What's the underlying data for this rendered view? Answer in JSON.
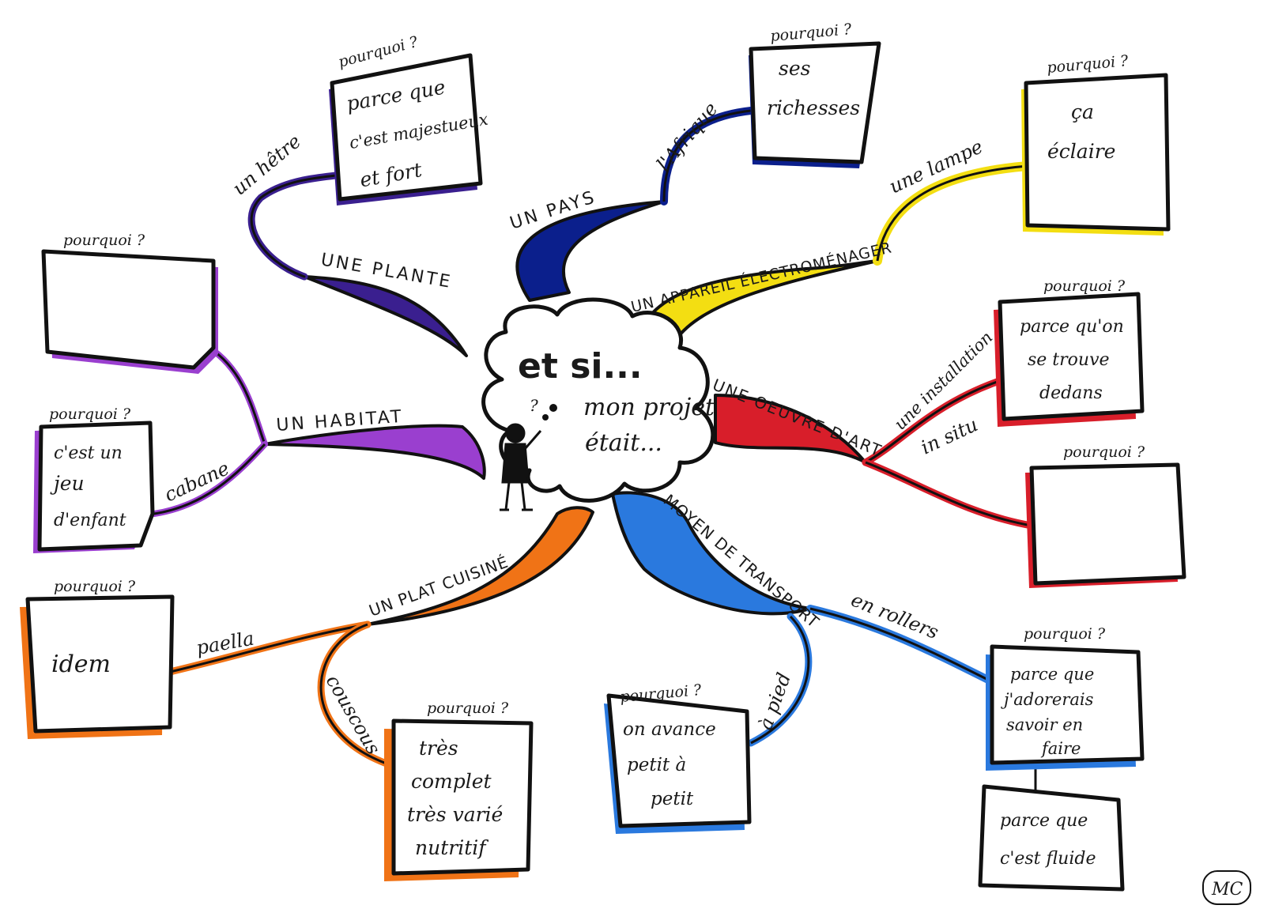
{
  "center": {
    "title": "et si...",
    "subtitle_line1": "mon projet",
    "subtitle_line2": "était...",
    "question_marks": "?"
  },
  "branches": {
    "plante": {
      "label": "UNE PLANTE",
      "color": "#3a1f8f",
      "sub_label": "un hêtre",
      "why": "pourquoi ?",
      "box_lines": [
        "parce que",
        "c'est majestueux",
        "et fort"
      ]
    },
    "pays": {
      "label": "UN PAYS",
      "color": "#0b1f8c",
      "sub_label": "l'Afrique",
      "why": "pourquoi ?",
      "box_lines": [
        "ses",
        "richesses"
      ]
    },
    "appareil": {
      "label": "UN APPAREIL ÉLECTROMÉNAGER",
      "color": "#f3de12",
      "sub_label": "une lampe",
      "why": "pourquoi ?",
      "box_lines": [
        "ça",
        "éclaire"
      ]
    },
    "habitat": {
      "label": "UN HABITAT",
      "color": "#9a3fcf",
      "why_top": "pourquoi ?",
      "sub_label": "cabane",
      "why": "pourquoi ?",
      "box_lines": [
        "c'est un",
        "jeu",
        "d'enfant"
      ]
    },
    "oeuvre": {
      "label": "UNE OEUVRE D'ART",
      "color": "#d81e2a",
      "sub_label_1": "une installation",
      "sub_label_2": "in situ",
      "why_1": "pourquoi ?",
      "box_lines": [
        "parce qu'on",
        "se trouve",
        "dedans"
      ],
      "why_2": "pourquoi ?"
    },
    "plat": {
      "label": "UN PLAT CUISINÉ",
      "color": "#f07316",
      "sub_label_1": "paella",
      "why_1": "pourquoi ?",
      "box1_lines": [
        "idem"
      ],
      "sub_label_2": "couscous",
      "why_2": "pourquoi ?",
      "box2_lines": [
        "très",
        "complet",
        "très varié",
        "nutritif"
      ]
    },
    "transport": {
      "label": "MOYEN DE TRANSPORT",
      "color": "#2a79de",
      "sub_label_1": "à pied",
      "why_1": "pourquoi ?",
      "box1_lines": [
        "on avance",
        "petit à",
        "petit"
      ],
      "sub_label_2": "en rollers",
      "why_2": "pourquoi ?",
      "box2_lines": [
        "parce que",
        "j'adorerais",
        "savoir en",
        "faire"
      ],
      "box3_lines": [
        "parce que",
        "c'est fluide"
      ]
    }
  },
  "signature": "MC"
}
